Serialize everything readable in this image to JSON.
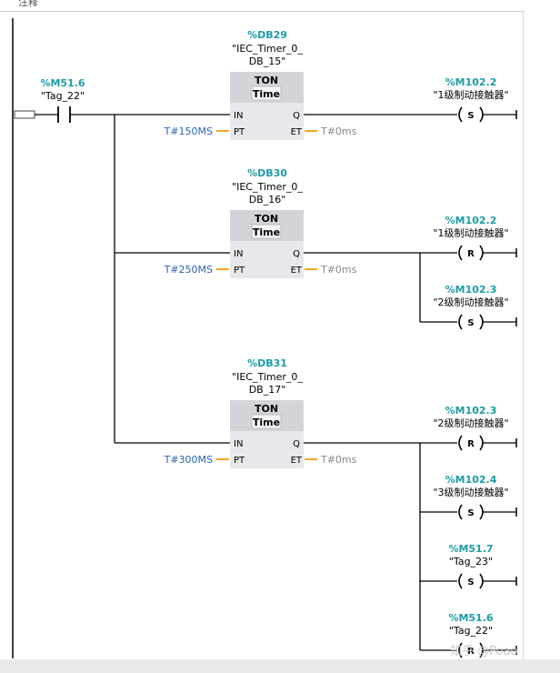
{
  "header_label": "注释",
  "watermark": "知乎 @Poao",
  "colors": {
    "address": "#1d9ba6",
    "param": "#2a63b3",
    "value": "#888888",
    "wire": "#000000",
    "param_wire": "#f5a623",
    "box_body": "#e7e7ec",
    "box_head": "#d3d4da"
  },
  "contact": {
    "address": "%M51.6",
    "tag": "\"Tag_22\""
  },
  "timers": [
    {
      "db": "%DB29",
      "instance_line1": "\"IEC_Timer_0_",
      "instance_line2": "DB_15\"",
      "type": "TON",
      "time_label": "Time",
      "pin_in": "IN",
      "pin_pt": "PT",
      "pin_q": "Q",
      "pin_et": "ET",
      "pt_value": "T#150MS",
      "et_value": "T#0ms"
    },
    {
      "db": "%DB30",
      "instance_line1": "\"IEC_Timer_0_",
      "instance_line2": "DB_16\"",
      "type": "TON",
      "time_label": "Time",
      "pin_in": "IN",
      "pin_pt": "PT",
      "pin_q": "Q",
      "pin_et": "ET",
      "pt_value": "T#250MS",
      "et_value": "T#0ms"
    },
    {
      "db": "%DB31",
      "instance_line1": "\"IEC_Timer_0_",
      "instance_line2": "DB_17\"",
      "type": "TON",
      "time_label": "Time",
      "pin_in": "IN",
      "pin_pt": "PT",
      "pin_q": "Q",
      "pin_et": "ET",
      "pt_value": "T#300MS",
      "et_value": "T#0ms"
    }
  ],
  "coils": [
    {
      "address": "%M102.2",
      "tag": "\"1级制动接触器\"",
      "type": "S"
    },
    {
      "address": "%M102.2",
      "tag": "\"1级制动接触器\"",
      "type": "R"
    },
    {
      "address": "%M102.3",
      "tag": "\"2级制动接触器\"",
      "type": "S"
    },
    {
      "address": "%M102.3",
      "tag": "\"2级制动接触器\"",
      "type": "R"
    },
    {
      "address": "%M102.4",
      "tag": "\"3级制动接触器\"",
      "type": "S"
    },
    {
      "address": "%M51.7",
      "tag": "\"Tag_23\"",
      "type": "S"
    },
    {
      "address": "%M51.6",
      "tag": "\"Tag_22\"",
      "type": "R"
    }
  ]
}
